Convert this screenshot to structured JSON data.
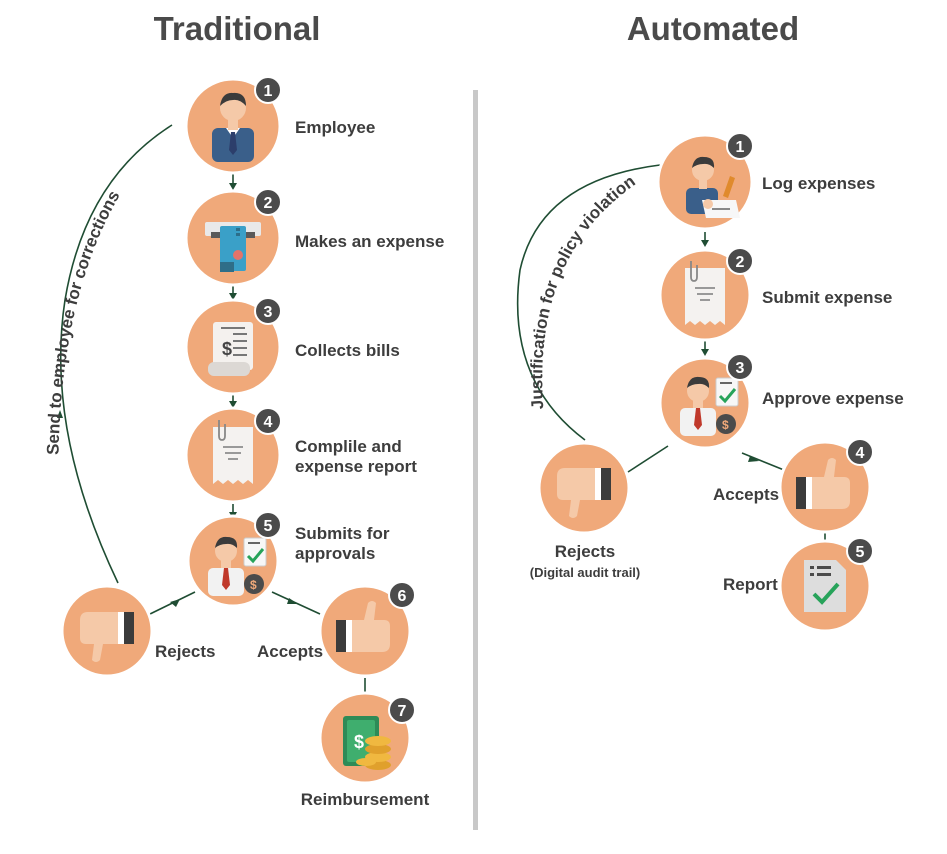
{
  "traditional": {
    "title": "Traditional",
    "steps": [
      {
        "num": "1",
        "label": "Employee"
      },
      {
        "num": "2",
        "label": "Makes an expense"
      },
      {
        "num": "3",
        "label": "Collects bills"
      },
      {
        "num": "4",
        "label_line1": "Complile and",
        "label_line2": "expense report"
      },
      {
        "num": "5",
        "label_line1": "Submits for",
        "label_line2": "approvals"
      },
      {
        "num": "6",
        "label": "Accepts"
      },
      {
        "num": "7",
        "label": "Reimbursement"
      }
    ],
    "rejects_label": "Rejects",
    "loop_label": "Send to employee for corrections"
  },
  "automated": {
    "title": "Automated",
    "steps": [
      {
        "num": "1",
        "label": "Log expenses"
      },
      {
        "num": "2",
        "label": "Submit expense"
      },
      {
        "num": "3",
        "label": "Approve expense"
      },
      {
        "num": "4",
        "label": "Accepts"
      },
      {
        "num": "5",
        "label": "Report"
      }
    ],
    "rejects_label": "Rejects",
    "rejects_sublabel": "(Digital audit trail)",
    "loop_label": "Justification for policy violation"
  },
  "colors": {
    "circle": "#f0a97a",
    "badge": "#4b4b4b",
    "connector": "#1f4d33",
    "divider": "#c8c8c8"
  },
  "icons": [
    "employee-icon",
    "atm-card-icon",
    "receipt-icon",
    "document-icon",
    "approver-icon",
    "thumbs-down-icon",
    "thumbs-up-icon",
    "money-coins-icon",
    "writing-employee-icon",
    "report-check-icon"
  ]
}
